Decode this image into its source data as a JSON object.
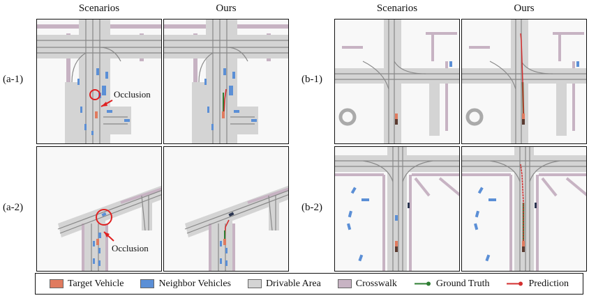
{
  "columns": {
    "a_scenarios": "Scenarios",
    "a_ours": "Ours",
    "b_scenarios": "Scenarios",
    "b_ours": "Ours"
  },
  "rows": {
    "a1": "(a-1)",
    "a2": "(a-2)",
    "b1": "(b-1)",
    "b2": "(b-2)"
  },
  "annotations": {
    "occlusion_a1": "Occlusion",
    "occlusion_a2": "Occlusion"
  },
  "legend": [
    {
      "label": "Target Vehicle",
      "color": "#e07b5f"
    },
    {
      "label": "Neighbor Vehicles",
      "color": "#5b8fd6"
    },
    {
      "label": "Drivable Area",
      "color": "#d4d4d4"
    },
    {
      "label": "Crosswalk",
      "color": "#c7b3c3"
    },
    {
      "label": "Ground Truth",
      "color": "#2e7d32"
    },
    {
      "label": "Prediction",
      "color": "#d32f2f"
    }
  ],
  "colors": {
    "target": "#e07b5f",
    "neighbor": "#5b8fd6",
    "drivable": "#d4d4d4",
    "crosswalk": "#c7b3c3",
    "ground_truth": "#2e7d32",
    "prediction": "#d32f2f",
    "occlusion_marker": "#e02020"
  }
}
